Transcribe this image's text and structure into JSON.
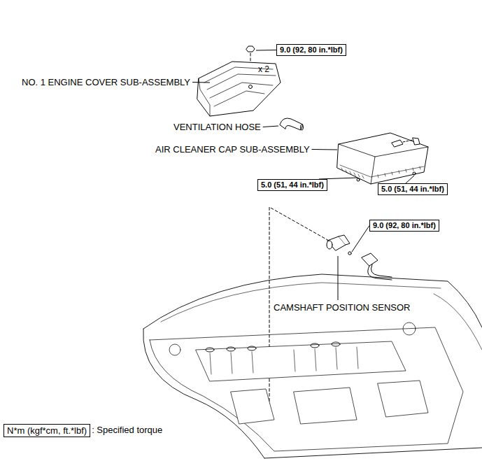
{
  "diagram": {
    "nodes": [
      {
        "text": [
          "9.0 (92, 80 in.*lbf)"
        ]
      },
      {
        "text": [
          "5.0 (51, 44 in.*lbf)"
        ]
      },
      {
        "text": [
          "5.0 (51, 44 in.*lbf)"
        ]
      },
      {
        "text": [
          "9.0 (92, 80 in.*lbf)"
        ]
      },
      {
        "text": [
          "N*m (kgf*cm, ft.*lbf)"
        ]
      }
    ],
    "labels": [
      "x 2",
      "NO. 1 ENGINE COVER SUB-ASSEMBLY",
      "VENTILATION HOSE",
      "AIR CLEANER CAP SUB-ASSEMBLY",
      "CAMSHAFT POSITION SENSOR",
      ": Specified torque"
    ]
  }
}
